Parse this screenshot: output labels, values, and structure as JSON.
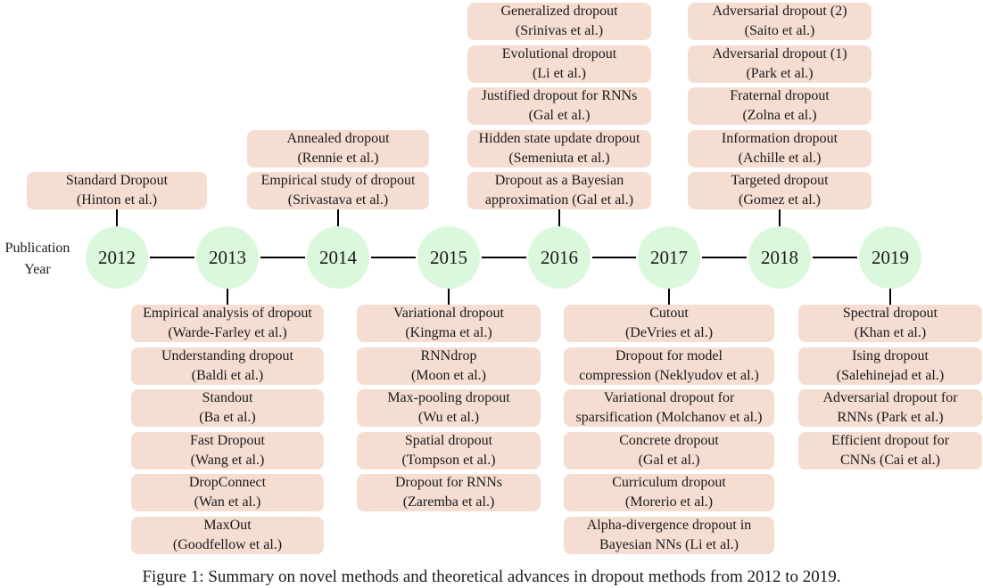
{
  "axis_label": {
    "line1": "Publication",
    "line2": "Year"
  },
  "years": [
    "2012",
    "2013",
    "2014",
    "2015",
    "2016",
    "2017",
    "2018",
    "2019"
  ],
  "columns": [
    {
      "year": "2012",
      "above": [
        {
          "line1": "Standard Dropout",
          "line2": "(Hinton et al.)"
        }
      ],
      "below": []
    },
    {
      "year": "2013",
      "above": [],
      "below": [
        {
          "line1": "Empirical analysis of dropout",
          "line2": "(Warde-Farley et al.)"
        },
        {
          "line1": "Understanding dropout",
          "line2": "(Baldi et al.)"
        },
        {
          "line1": "Standout",
          "line2": "(Ba et al.)"
        },
        {
          "line1": "Fast Dropout",
          "line2": "(Wang et al.)"
        },
        {
          "line1": "DropConnect",
          "line2": "(Wan et al.)"
        },
        {
          "line1": "MaxOut",
          "line2": "(Goodfellow et al.)"
        }
      ]
    },
    {
      "year": "2014",
      "above": [
        {
          "line1": "Annealed dropout",
          "line2": "(Rennie et al.)"
        },
        {
          "line1": "Empirical study of dropout",
          "line2": "(Srivastava et al.)"
        }
      ],
      "below": []
    },
    {
      "year": "2015",
      "above": [],
      "below": [
        {
          "line1": "Variational dropout",
          "line2": "(Kingma et al.)"
        },
        {
          "line1": "RNNdrop",
          "line2": "(Moon et al.)"
        },
        {
          "line1": "Max-pooling dropout",
          "line2": "(Wu et al.)"
        },
        {
          "line1": "Spatial dropout",
          "line2": "(Tompson et al.)"
        },
        {
          "line1": "Dropout for RNNs",
          "line2": "(Zaremba et al.)"
        }
      ]
    },
    {
      "year": "2016",
      "above": [
        {
          "line1": "Generalized dropout",
          "line2": "(Srinivas et al.)"
        },
        {
          "line1": "Evolutional dropout",
          "line2": "(Li et al.)"
        },
        {
          "line1": "Justified dropout for RNNs",
          "line2": "(Gal et al.)"
        },
        {
          "line1": "Hidden state update dropout",
          "line2": "(Semeniuta et al.)"
        },
        {
          "line1": "Dropout as a Bayesian",
          "line2": "approximation (Gal et al.)"
        }
      ],
      "below": []
    },
    {
      "year": "2017",
      "above": [],
      "below": [
        {
          "line1": "Cutout",
          "line2": "(DeVries et al.)"
        },
        {
          "line1": "Dropout for  model",
          "line2": "compression (Neklyudov et al.)"
        },
        {
          "line1": "Variational dropout for",
          "line2": "sparsification (Molchanov et al.)"
        },
        {
          "line1": "Concrete dropout",
          "line2": "(Gal et al.)"
        },
        {
          "line1": "Curriculum dropout",
          "line2": "(Morerio et al.)"
        },
        {
          "line1": "Alpha-divergence dropout in",
          "line2": "Bayesian NNs (Li et al.)"
        }
      ]
    },
    {
      "year": "2018",
      "above": [
        {
          "line1": "Adversarial dropout (2)",
          "line2": "(Saito et al.)"
        },
        {
          "line1": "Adversarial dropout (1)",
          "line2": "(Park et al.)"
        },
        {
          "line1": "Fraternal dropout",
          "line2": "(Zolna et al.)"
        },
        {
          "line1": "Information dropout",
          "line2": "(Achille et al.)"
        },
        {
          "line1": "Targeted dropout",
          "line2": "(Gomez et al.)"
        }
      ],
      "below": []
    },
    {
      "year": "2019",
      "above": [],
      "below": [
        {
          "line1": "Spectral dropout",
          "line2": "(Khan et al.)"
        },
        {
          "line1": "Ising dropout",
          "line2": "(Salehinejad et al.)"
        },
        {
          "line1": "Adversarial dropout for",
          "line2": "RNNs (Park et al.)"
        },
        {
          "line1": "Efficient dropout for",
          "line2": "CNNs (Cai et al.)"
        }
      ]
    }
  ],
  "caption": "Figure 1: Summary on novel methods and theoretical advances in dropout methods from 2012 to 2019."
}
